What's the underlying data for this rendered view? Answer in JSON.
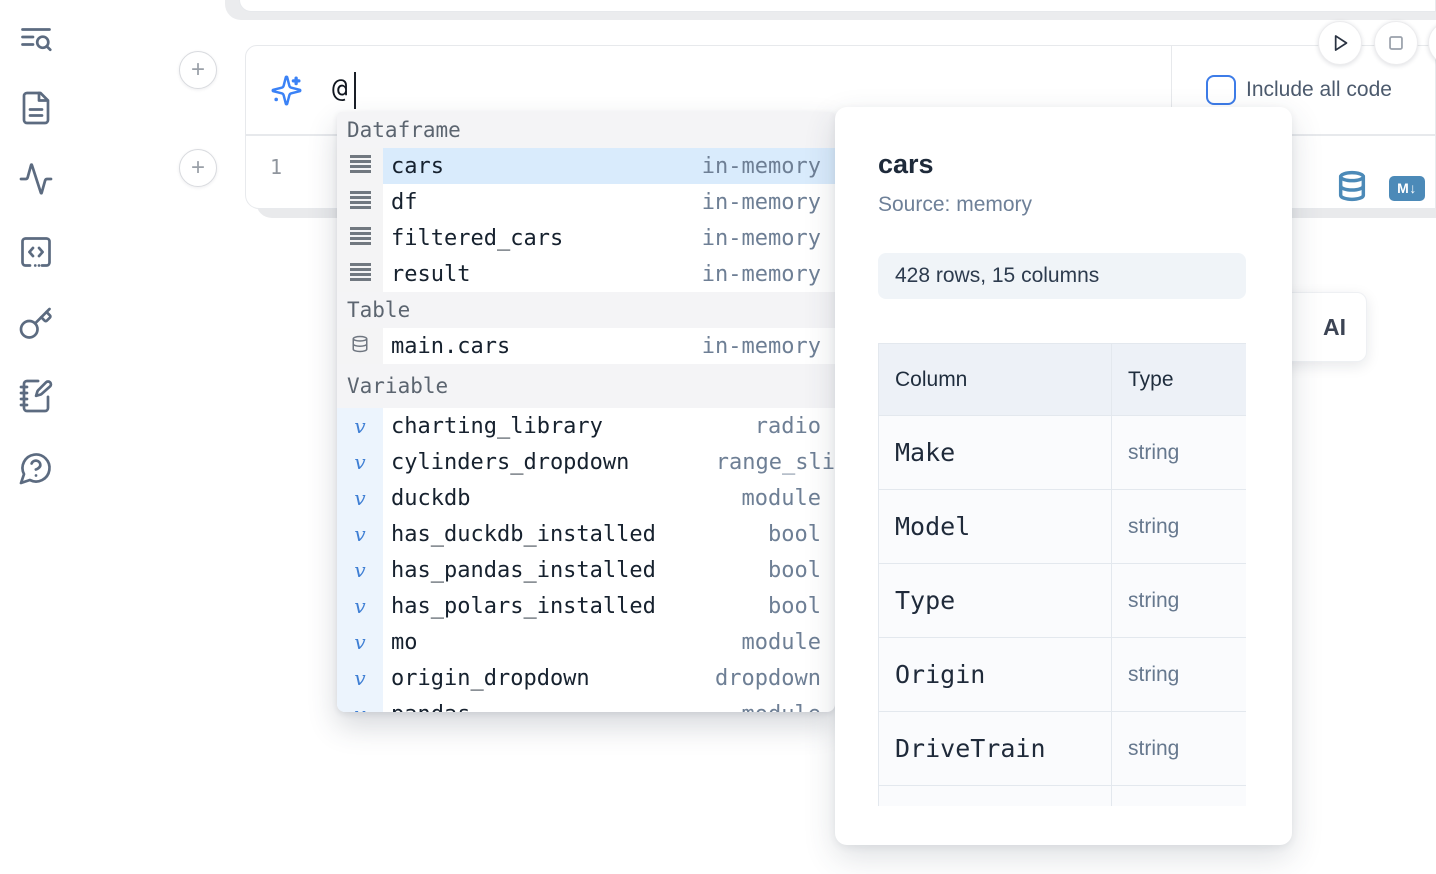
{
  "colors": {
    "accent_blue": "#3b82f6",
    "selection_blue": "#d9ebfc",
    "steel_blue": "#4c8ab8"
  },
  "sidebar": {
    "items": [
      {
        "icon": "file-search-icon"
      },
      {
        "icon": "file-text-icon"
      },
      {
        "icon": "activity-icon"
      },
      {
        "icon": "code-block-icon"
      },
      {
        "icon": "key-icon"
      },
      {
        "icon": "notebook-pen-icon"
      },
      {
        "icon": "help-chat-icon"
      }
    ]
  },
  "toolbar": {
    "play": "run",
    "stop": "stop"
  },
  "add_buttons": {
    "glyph": "+"
  },
  "ai_input": {
    "value": "@",
    "include_all_code_label": "Include all code",
    "include_all_code_checked": false
  },
  "cell": {
    "line_number": "1",
    "markdown_badge": "M↓"
  },
  "ai_button": {
    "label": "AI"
  },
  "autocomplete": {
    "sections": [
      {
        "label": "Dataframe",
        "items": [
          {
            "name": "cars",
            "type": "in-memory",
            "icon": "dataframe-icon",
            "selected": true
          },
          {
            "name": "df",
            "type": "in-memory",
            "icon": "dataframe-icon"
          },
          {
            "name": "filtered_cars",
            "type": "in-memory",
            "icon": "dataframe-icon"
          },
          {
            "name": "result",
            "type": "in-memory",
            "icon": "dataframe-icon"
          }
        ]
      },
      {
        "label": "Table",
        "items": [
          {
            "name": "main.cars",
            "type": "in-memory",
            "icon": "database-icon"
          }
        ]
      },
      {
        "label": "Variable",
        "items": [
          {
            "name": "charting_library",
            "type": "radio",
            "icon": "variable-icon"
          },
          {
            "name": "cylinders_dropdown",
            "type": "range_sli",
            "icon": "variable-icon"
          },
          {
            "name": "duckdb",
            "type": "module",
            "icon": "variable-icon"
          },
          {
            "name": "has_duckdb_installed",
            "type": "bool",
            "icon": "variable-icon"
          },
          {
            "name": "has_pandas_installed",
            "type": "bool",
            "icon": "variable-icon"
          },
          {
            "name": "has_polars_installed",
            "type": "bool",
            "icon": "variable-icon"
          },
          {
            "name": "mo",
            "type": "module",
            "icon": "variable-icon"
          },
          {
            "name": "origin_dropdown",
            "type": "dropdown",
            "icon": "variable-icon"
          },
          {
            "name": "pandas",
            "type": "module",
            "icon": "variable-icon"
          }
        ]
      }
    ],
    "variable_glyph": "v"
  },
  "preview": {
    "title": "cars",
    "source": "Source: memory",
    "shape": "428 rows, 15 columns",
    "table": {
      "headers": [
        "Column",
        "Type"
      ],
      "rows": [
        [
          "Make",
          "string"
        ],
        [
          "Model",
          "string"
        ],
        [
          "Type",
          "string"
        ],
        [
          "Origin",
          "string"
        ],
        [
          "DriveTrain",
          "string"
        ]
      ]
    }
  }
}
